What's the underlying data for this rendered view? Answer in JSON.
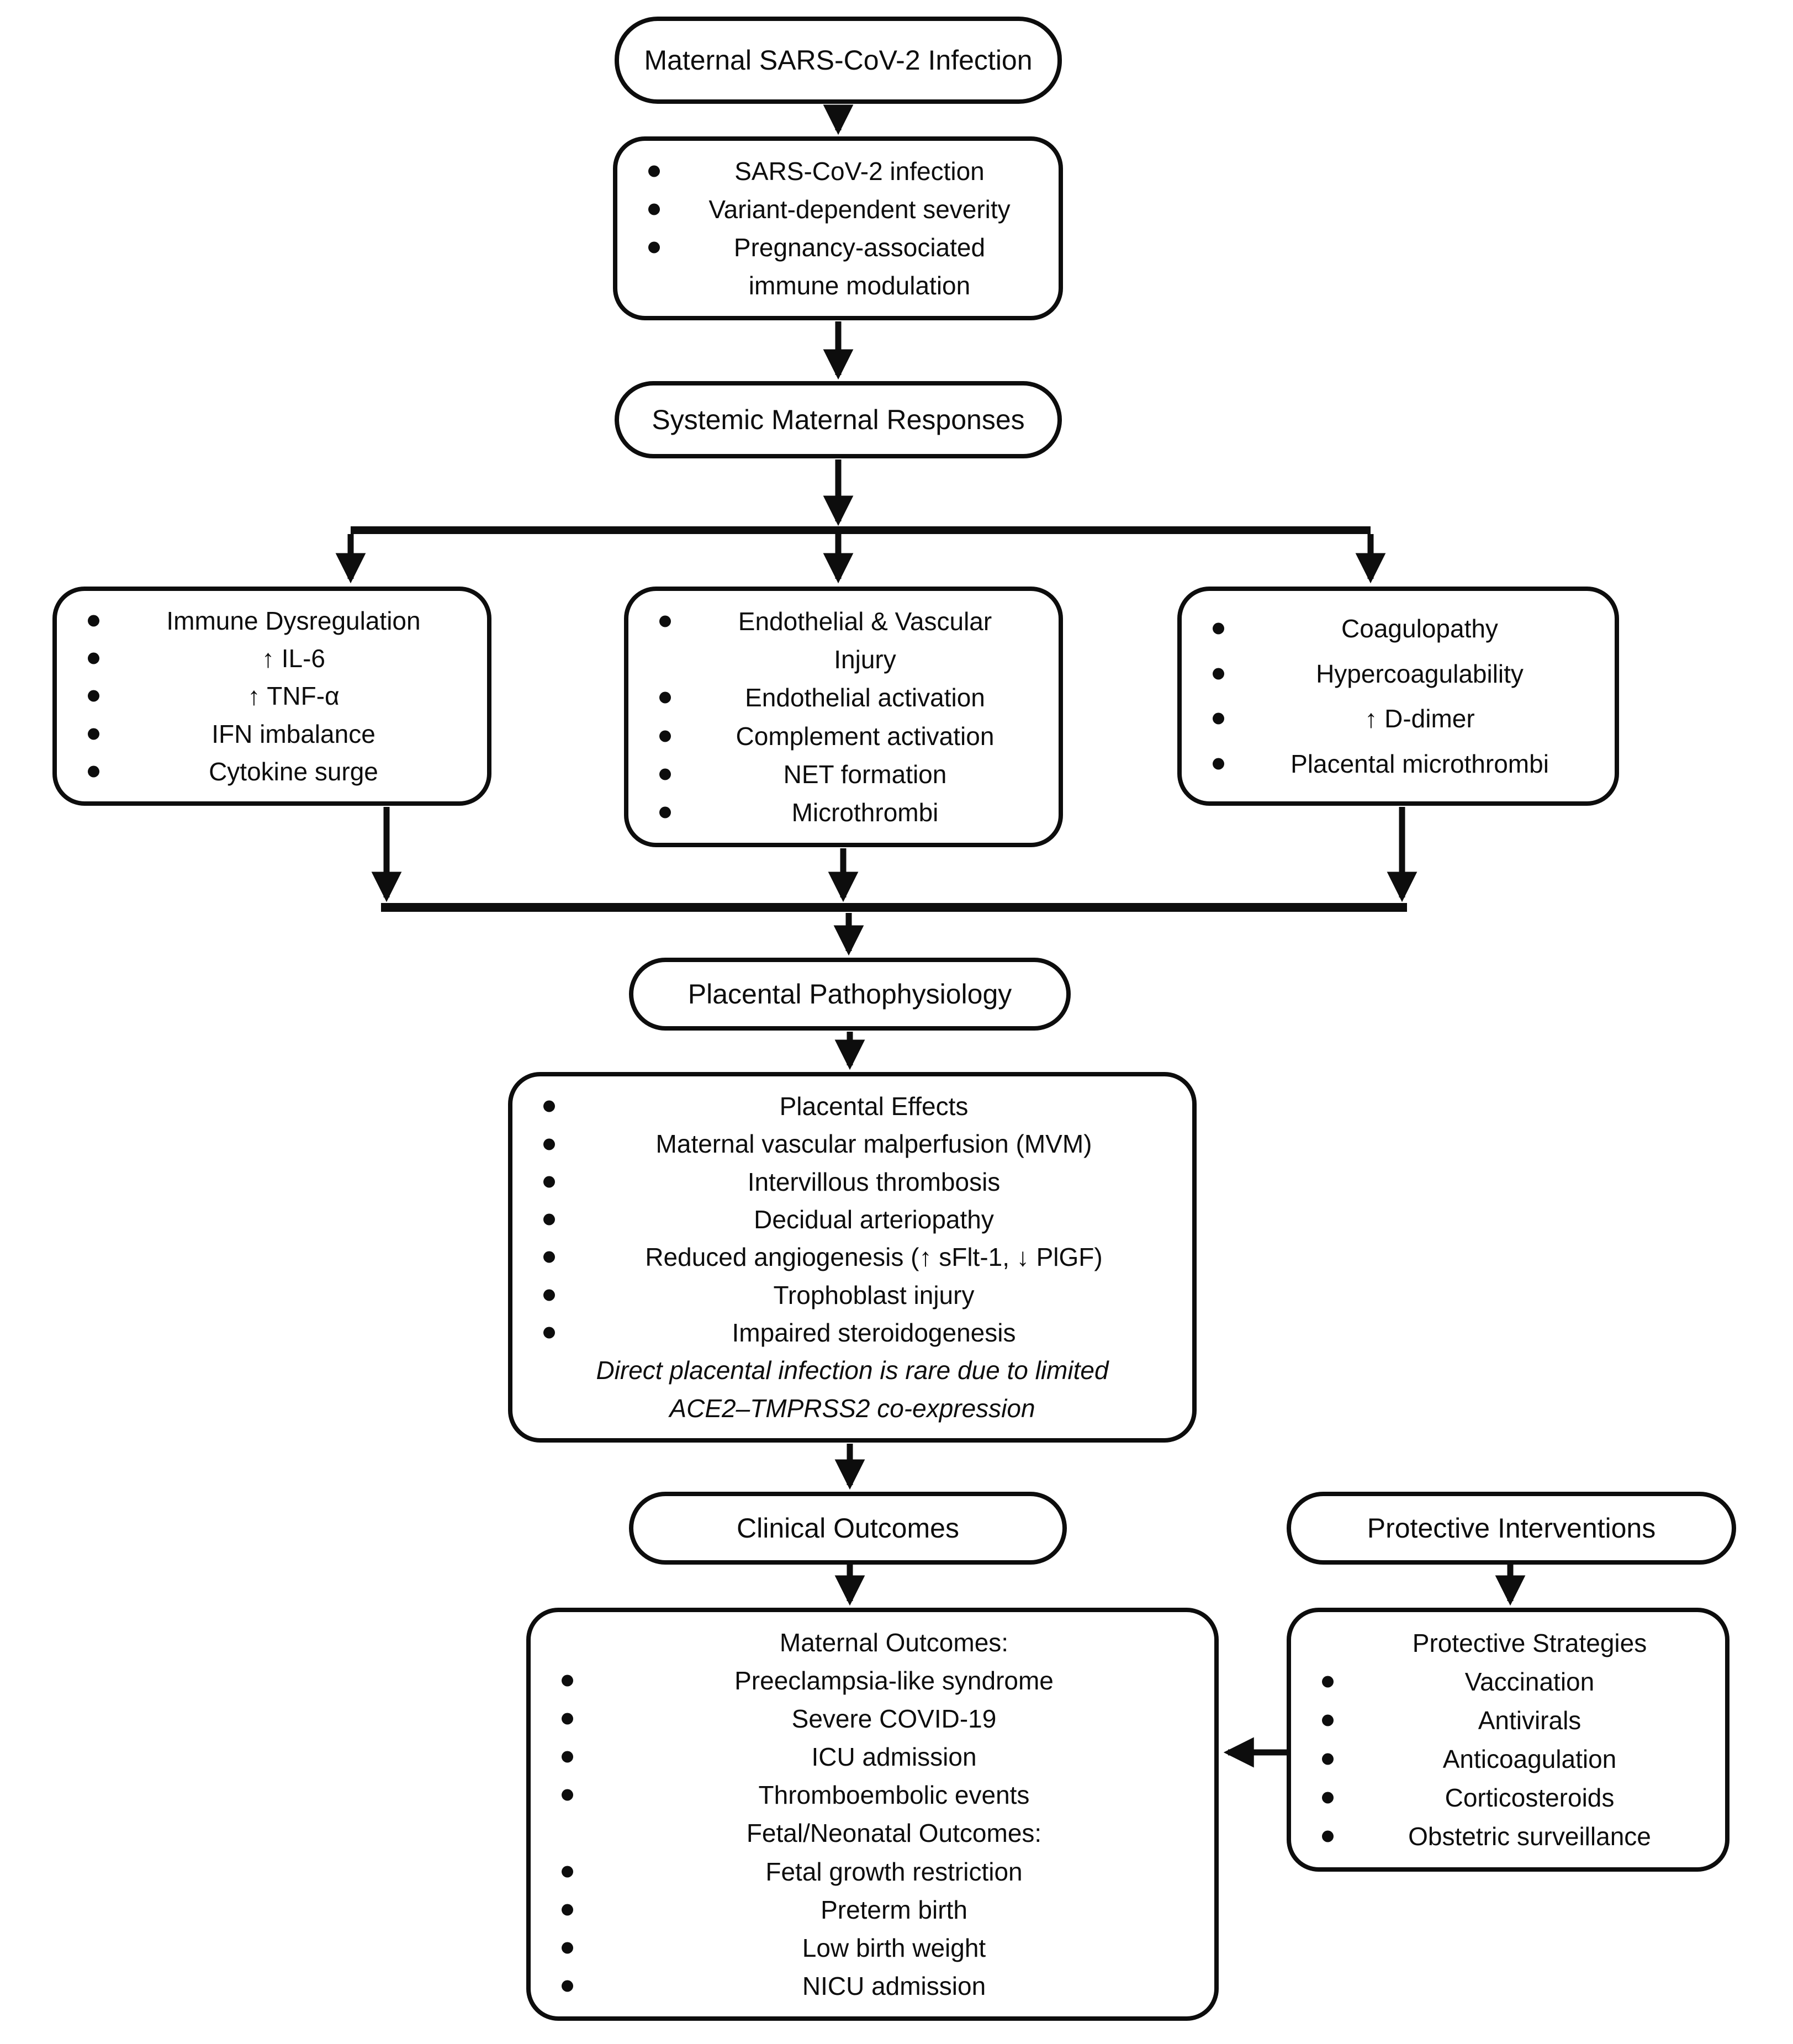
{
  "palette": {
    "stroke": "#0d0d0d",
    "background": "#ffffff"
  },
  "nodes": {
    "maternal_infection": {
      "label": "Maternal SARS-CoV-2 Infection"
    },
    "infection_characteristics": {
      "rows": [
        {
          "text": "SARS-CoV-2 infection",
          "bullet": true
        },
        {
          "text": "Variant-dependent severity",
          "bullet": true
        },
        {
          "text": "Pregnancy-associated",
          "bullet": true
        },
        {
          "text": "immune modulation",
          "bullet": false
        }
      ]
    },
    "systemic_responses": {
      "label": "Systemic Maternal Responses"
    },
    "immune_dysregulation": {
      "rows": [
        {
          "text": "Immune Dysregulation",
          "bullet": true
        },
        {
          "text": "↑ IL-6",
          "bullet": true
        },
        {
          "text": "↑ TNF-α",
          "bullet": true
        },
        {
          "text": "IFN imbalance",
          "bullet": true
        },
        {
          "text": "Cytokine surge",
          "bullet": true
        }
      ]
    },
    "endothelial_vascular_injury": {
      "rows": [
        {
          "text": "Endothelial & Vascular",
          "bullet": true
        },
        {
          "text": "Injury",
          "bullet": false
        },
        {
          "text": "Endothelial activation",
          "bullet": true
        },
        {
          "text": "Complement activation",
          "bullet": true
        },
        {
          "text": "NET formation",
          "bullet": true
        },
        {
          "text": "Microthrombi",
          "bullet": true
        }
      ]
    },
    "coagulopathy": {
      "rows": [
        {
          "text": "Coagulopathy",
          "bullet": true
        },
        {
          "text": "Hypercoagulability",
          "bullet": true
        },
        {
          "text": "↑ D-dimer",
          "bullet": true
        },
        {
          "text": "Placental microthrombi",
          "bullet": true
        }
      ]
    },
    "placental_pathophysiology": {
      "label": "Placental Pathophysiology"
    },
    "placental_effects": {
      "rows": [
        {
          "text": "Placental Effects",
          "bullet": true
        },
        {
          "text": "Maternal vascular malperfusion (MVM)",
          "bullet": true
        },
        {
          "text": "Intervillous thrombosis",
          "bullet": true
        },
        {
          "text": "Decidual arteriopathy",
          "bullet": true
        },
        {
          "text": "Reduced angiogenesis (↑ sFlt-1, ↓ PlGF)",
          "bullet": true
        },
        {
          "text": "Trophoblast injury",
          "bullet": true
        },
        {
          "text": "Impaired steroidogenesis",
          "bullet": true
        },
        {
          "text": "Direct placental infection is rare due to limited",
          "bullet": false,
          "italic": true
        },
        {
          "text": "ACE2–TMPRSS2 co-expression",
          "bullet": false,
          "italic": true
        }
      ]
    },
    "clinical_outcomes": {
      "label": "Clinical Outcomes"
    },
    "protective_interventions": {
      "label": "Protective Interventions"
    },
    "outcomes_detail": {
      "rows": [
        {
          "text": "Maternal Outcomes:",
          "bullet": false
        },
        {
          "text": "Preeclampsia-like syndrome",
          "bullet": true
        },
        {
          "text": "Severe COVID-19",
          "bullet": true
        },
        {
          "text": "ICU admission",
          "bullet": true
        },
        {
          "text": "Thromboembolic events",
          "bullet": true
        },
        {
          "text": "Fetal/Neonatal Outcomes:",
          "bullet": false
        },
        {
          "text": "Fetal growth restriction",
          "bullet": true
        },
        {
          "text": "Preterm birth",
          "bullet": true
        },
        {
          "text": "Low birth weight",
          "bullet": true
        },
        {
          "text": "NICU admission",
          "bullet": true
        }
      ]
    },
    "protective_strategies": {
      "rows": [
        {
          "text": "Protective Strategies",
          "bullet": false
        },
        {
          "text": "Vaccination",
          "bullet": true
        },
        {
          "text": "Antivirals",
          "bullet": true
        },
        {
          "text": "Anticoagulation",
          "bullet": true
        },
        {
          "text": "Corticosteroids",
          "bullet": true
        },
        {
          "text": "Obstetric surveillance",
          "bullet": true
        }
      ]
    }
  }
}
